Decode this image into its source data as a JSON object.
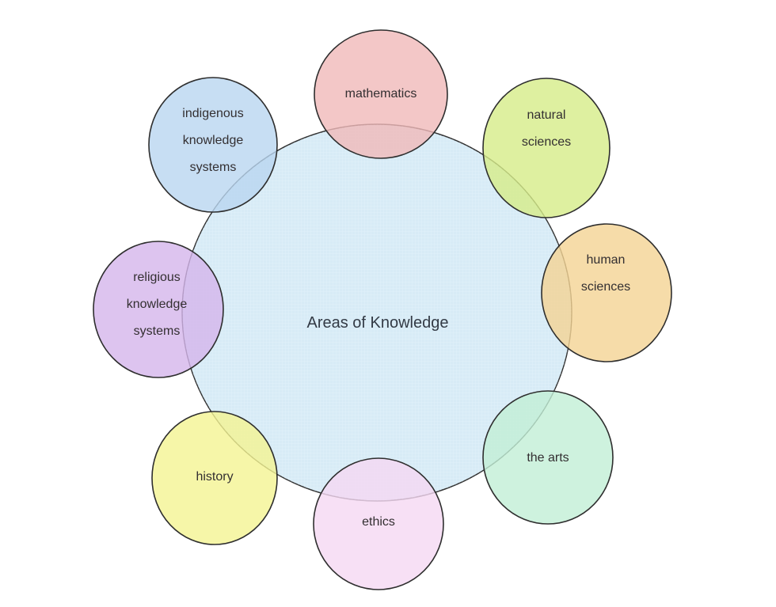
{
  "diagram": {
    "title": "Areas of Knowledge",
    "colors": {
      "background": "#ffffff",
      "outline": "#2e2e2e",
      "text": "#332f31",
      "center_fill": "#d7ebf6"
    },
    "center": {
      "label": "Areas of Knowledge",
      "fill": "#d7ebf6"
    },
    "nodes": [
      {
        "id": "mathematics",
        "label": "mathematics",
        "lines": [
          "mathematics"
        ],
        "fill": "#f0b9b9"
      },
      {
        "id": "natural-sciences",
        "label": "natural sciences",
        "lines": [
          "natural",
          "sciences"
        ],
        "fill": "#d6ec88"
      },
      {
        "id": "human-sciences",
        "label": "human sciences",
        "lines": [
          "human",
          "sciences"
        ],
        "fill": "#f4d394"
      },
      {
        "id": "the-arts",
        "label": "the arts",
        "lines": [
          "the arts"
        ],
        "fill": "#c2efd6"
      },
      {
        "id": "ethics",
        "label": "ethics",
        "lines": [
          "ethics"
        ],
        "fill": "#f5d8f3"
      },
      {
        "id": "history",
        "label": "history",
        "lines": [
          "history"
        ],
        "fill": "#f4f492"
      },
      {
        "id": "religious-knowledge-systems",
        "label": "religious knowledge systems",
        "lines": [
          "religious",
          "knowledge",
          "systems"
        ],
        "fill": "#d5b5eb"
      },
      {
        "id": "indigenous-knowledge-systems",
        "label": "indigenous knowledge systems",
        "lines": [
          "indigenous",
          "knowledge",
          "systems"
        ],
        "fill": "#b9d6f0"
      }
    ]
  }
}
